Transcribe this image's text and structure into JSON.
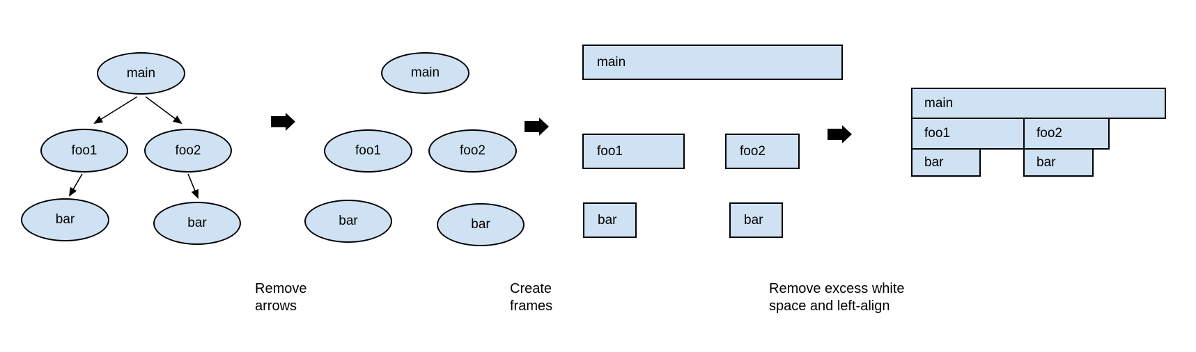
{
  "colors": {
    "node_fill": "#cfe2f3",
    "node_stroke": "#000000",
    "arrow_color": "#000000",
    "text_color": "#000000",
    "background": "#ffffff"
  },
  "stages": [
    {
      "name": "call-tree-with-arrows",
      "nodes": [
        {
          "label": "main"
        },
        {
          "label": "foo1"
        },
        {
          "label": "foo2"
        },
        {
          "label": "bar"
        },
        {
          "label": "bar"
        }
      ]
    },
    {
      "name": "ellipses-no-arrows",
      "nodes": [
        {
          "label": "main"
        },
        {
          "label": "foo1"
        },
        {
          "label": "foo2"
        },
        {
          "label": "bar"
        },
        {
          "label": "bar"
        }
      ]
    },
    {
      "name": "frames",
      "nodes": [
        {
          "label": "main"
        },
        {
          "label": "foo1"
        },
        {
          "label": "foo2"
        },
        {
          "label": "bar"
        },
        {
          "label": "bar"
        }
      ]
    },
    {
      "name": "flame-graph-left-aligned",
      "nodes": [
        {
          "label": "main"
        },
        {
          "label": "foo1"
        },
        {
          "label": "foo2"
        },
        {
          "label": "bar"
        },
        {
          "label": "bar"
        }
      ]
    }
  ],
  "captions": [
    {
      "lines": [
        "Remove",
        "arrows"
      ]
    },
    {
      "lines": [
        "Create",
        "frames"
      ]
    },
    {
      "lines": [
        "Remove excess white",
        "space and left-align"
      ]
    }
  ]
}
